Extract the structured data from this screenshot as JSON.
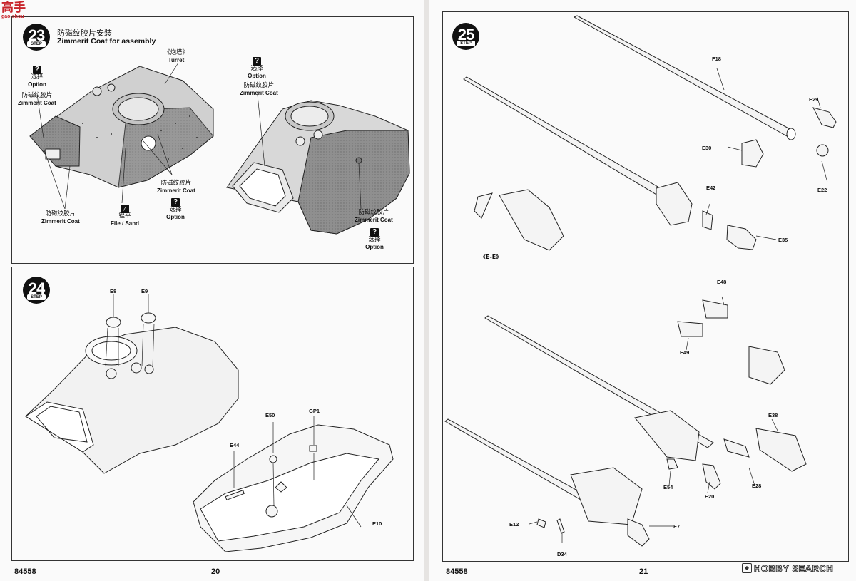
{
  "watermark": {
    "site_cn": "高手",
    "site_en": "gao-shou"
  },
  "left_page": {
    "number": "20",
    "kit_code": "84558",
    "step23": {
      "number": "23",
      "step_word": "STEP",
      "title_cn": "防磁纹胶片安装",
      "title_en": "Zimmerit Coat for assembly",
      "turret_cn": "《炮塔》",
      "turret_en": "Turret",
      "option_cn": "选择",
      "option_en": "Option",
      "zimmerit_cn": "防磁纹胶片",
      "zimmerit_en": "Zimmerit Coat",
      "file_cn": "锉平",
      "file_en": "File / Sand"
    },
    "step24": {
      "number": "24",
      "step_word": "STEP",
      "parts": [
        "E8",
        "E9",
        "E50",
        "GP1",
        "E44",
        "E10"
      ]
    }
  },
  "right_page": {
    "number": "21",
    "kit_code": "84558",
    "step25": {
      "number": "25",
      "step_word": "STEP",
      "view_label": "《E-E》",
      "parts": [
        "F18",
        "E29",
        "E30",
        "E22",
        "E42",
        "E35",
        "E48",
        "E49",
        "E38",
        "E54",
        "E28",
        "E20",
        "E12",
        "E7",
        "D34"
      ]
    }
  },
  "brand": {
    "name": "HOBBY SEARCH"
  }
}
